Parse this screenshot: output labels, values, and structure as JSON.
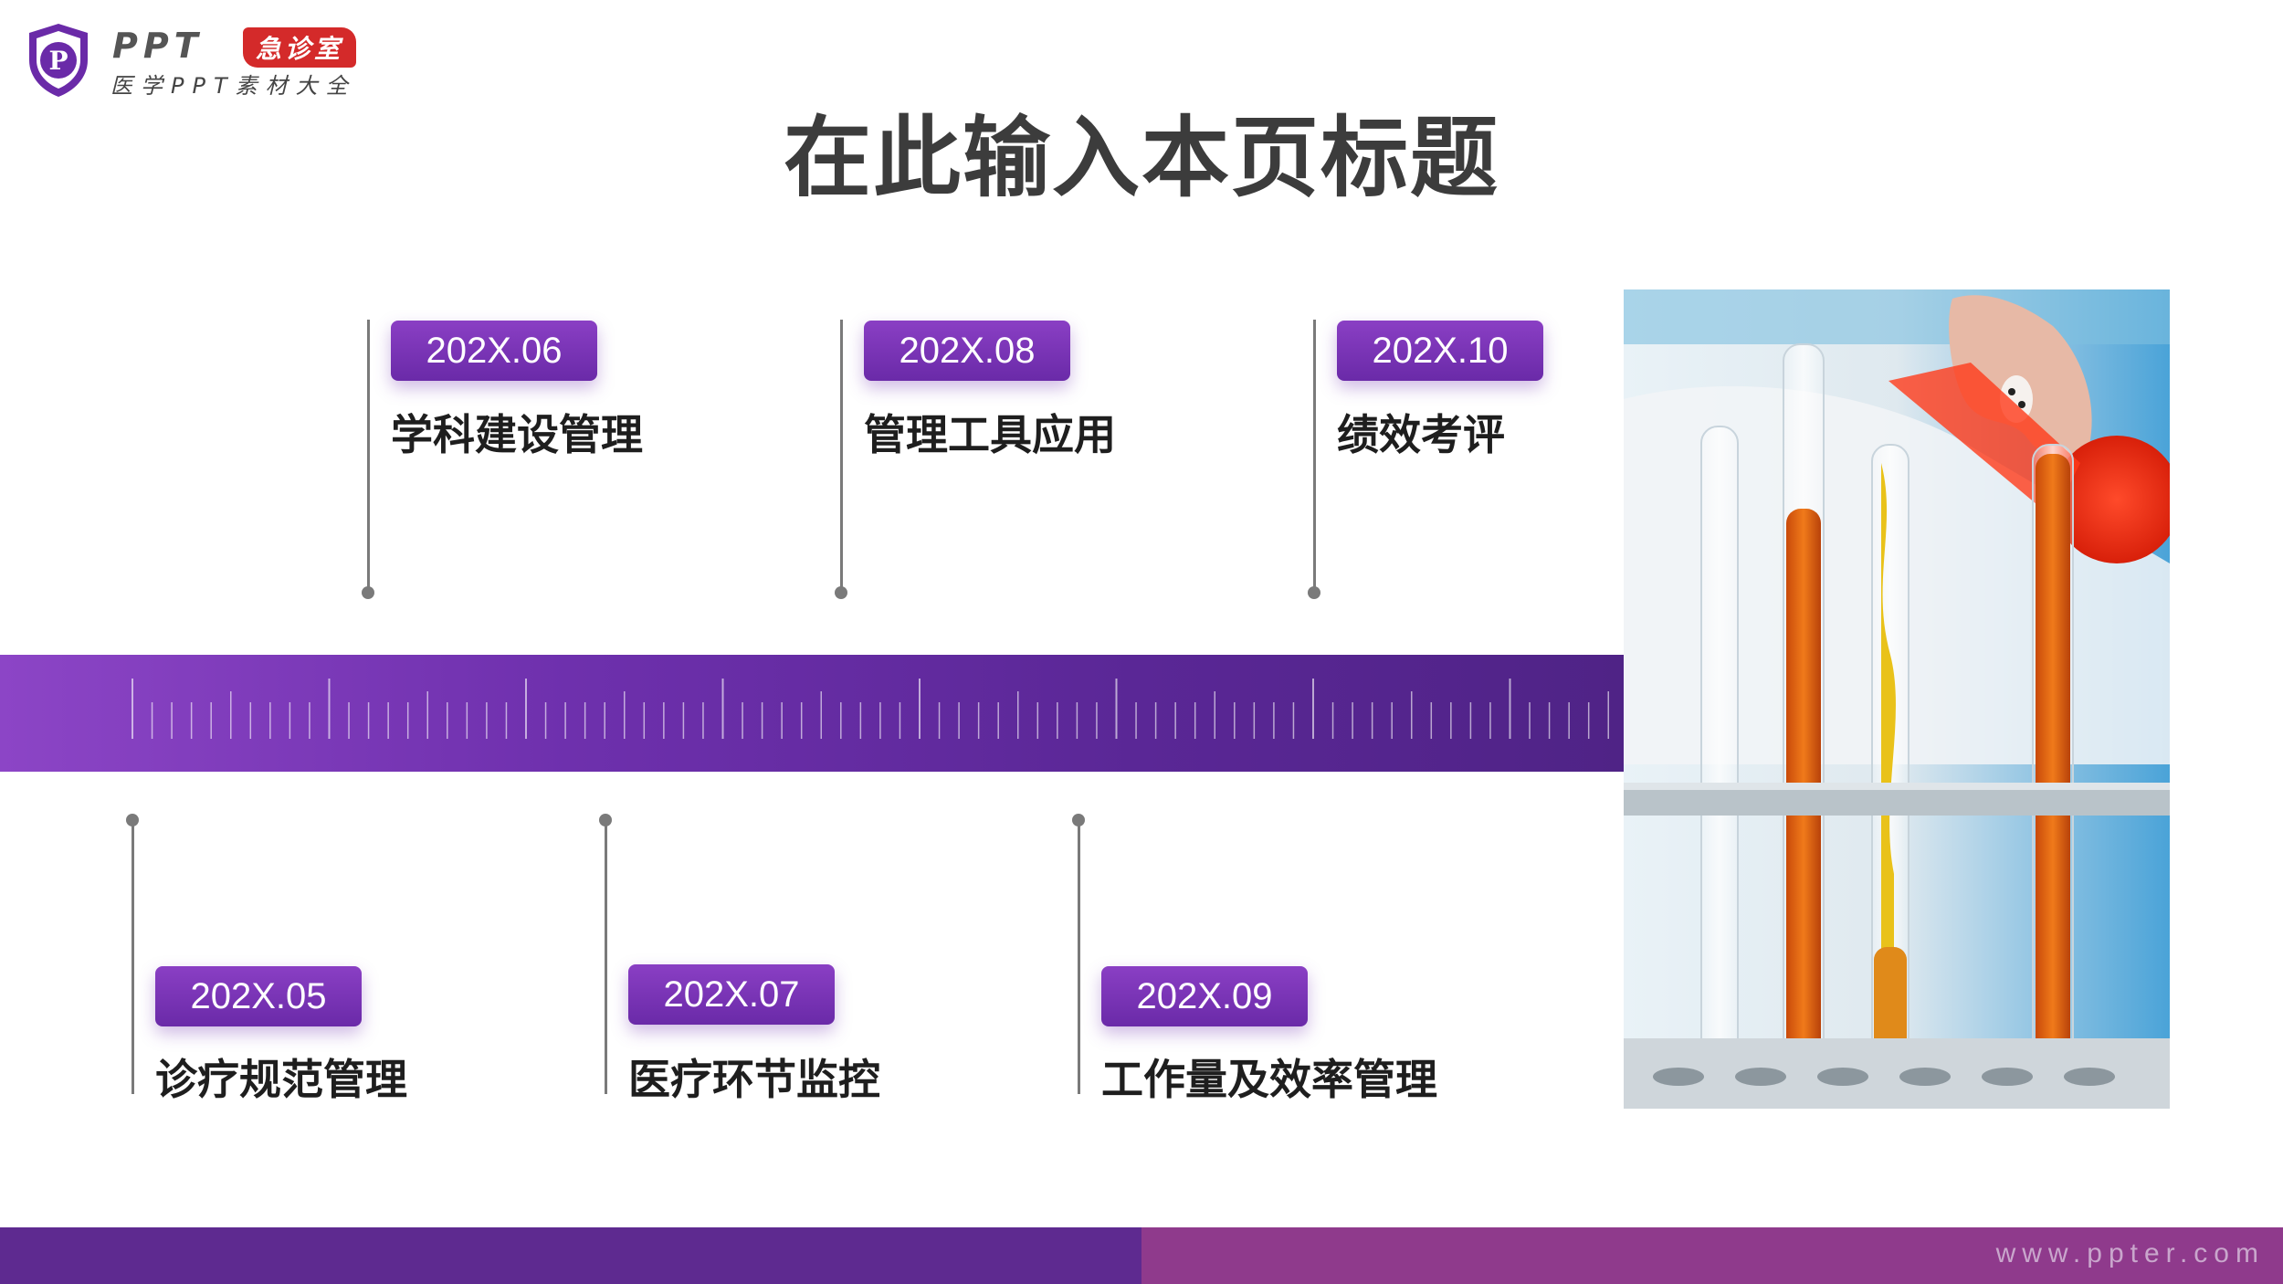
{
  "logo": {
    "letter": "P",
    "brand": "PPT",
    "badge": "急诊室",
    "subtitle": "医学PPT素材大全"
  },
  "title": "在此输入本页标题",
  "milestones_top": [
    {
      "date": "202X.06",
      "label": "学科建设管理"
    },
    {
      "date": "202X.08",
      "label": "管理工具应用"
    },
    {
      "date": "202X.10",
      "label": "绩效考评"
    }
  ],
  "milestones_bottom": [
    {
      "date": "202X.05",
      "label": "诊疗规范管理"
    },
    {
      "date": "202X.07",
      "label": "医疗环节监控"
    },
    {
      "date": "202X.09",
      "label": "工作量及效率管理"
    }
  ],
  "footer": {
    "url": "www.ppter.com"
  },
  "colors": {
    "primary_purple": "#6a2aa8",
    "band_start": "#8c45c6",
    "band_end": "#4f2386",
    "footer_left": "#5e2a90",
    "footer_right": "#8f3a8c",
    "badge_red": "#d42a2a",
    "title_gray": "#3c3c3c"
  }
}
